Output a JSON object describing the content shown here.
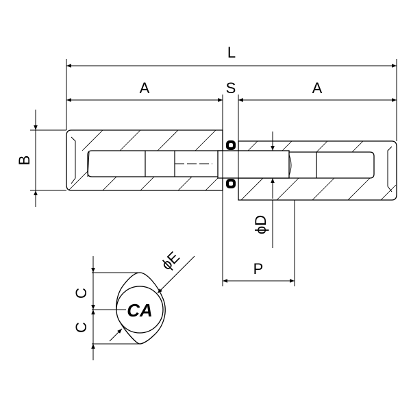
{
  "drawing": {
    "labels": {
      "overall_length": "L",
      "half_length_left": "A",
      "spacer": "S",
      "half_length_right": "A",
      "height": "B",
      "diameter_d": "ϕD",
      "diameter_e": "ϕE",
      "pitch": "P",
      "offset_upper": "C",
      "offset_lower": "C"
    },
    "logo": "CA"
  }
}
